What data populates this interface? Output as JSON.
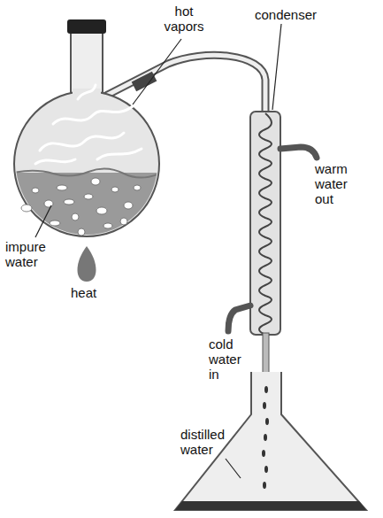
{
  "diagram": {
    "labels": [
      "hot vapors",
      "condenser",
      "warm water out",
      "impure water",
      "heat",
      "cold water in",
      "distilled water"
    ]
  }
}
